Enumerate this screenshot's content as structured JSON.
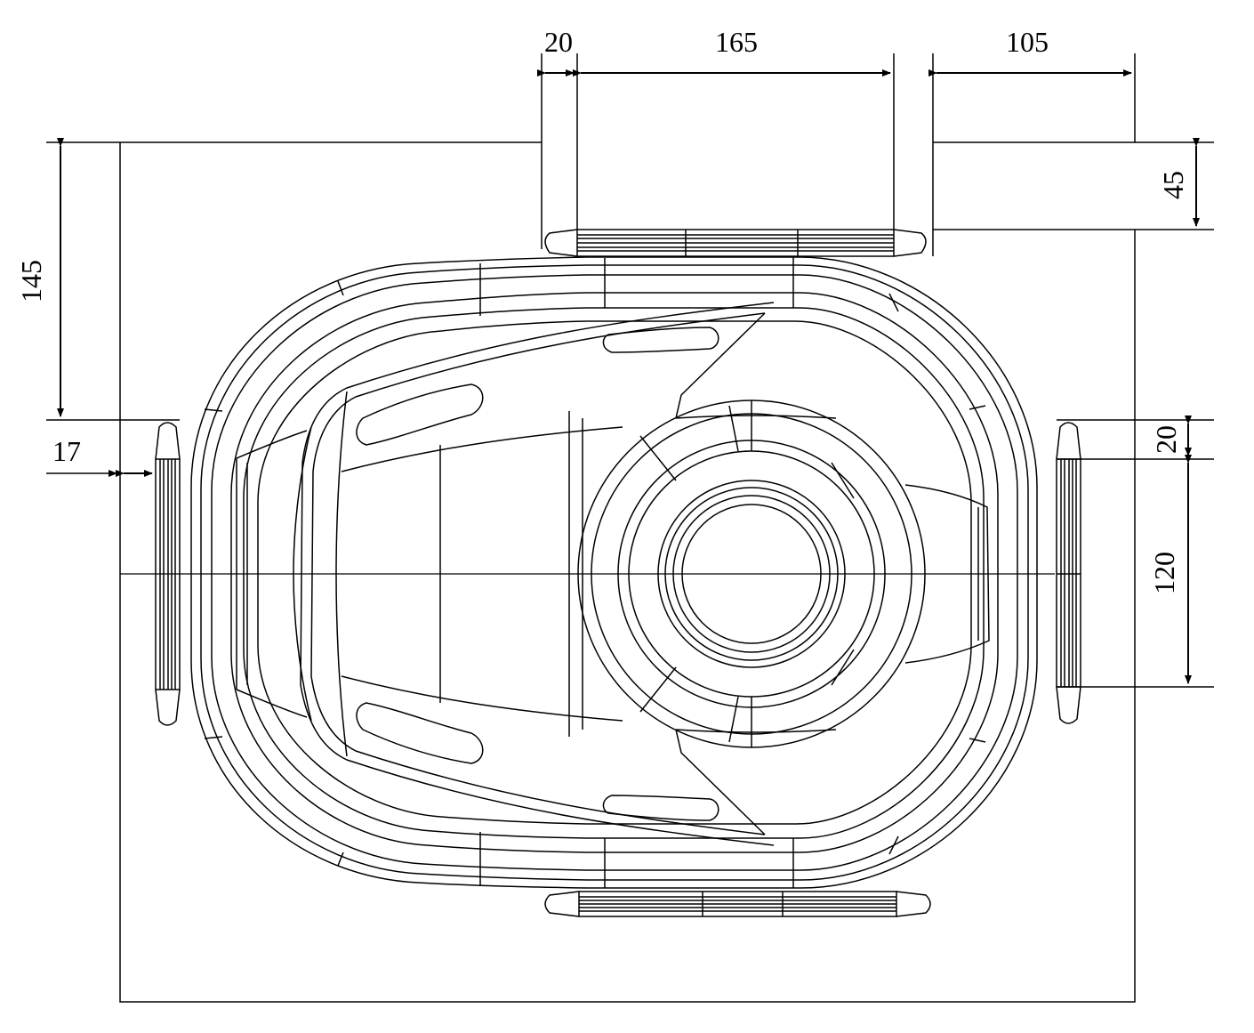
{
  "drawing": {
    "line_color": "#000000",
    "background": "#ffffff"
  },
  "dimensions": {
    "top_gap": "20",
    "top_bead_length": "165",
    "top_right_offset": "105",
    "right_top_offset": "45",
    "left_offset": "145",
    "left_gap": "17",
    "right_gap": "20",
    "right_bead_length": "120"
  }
}
